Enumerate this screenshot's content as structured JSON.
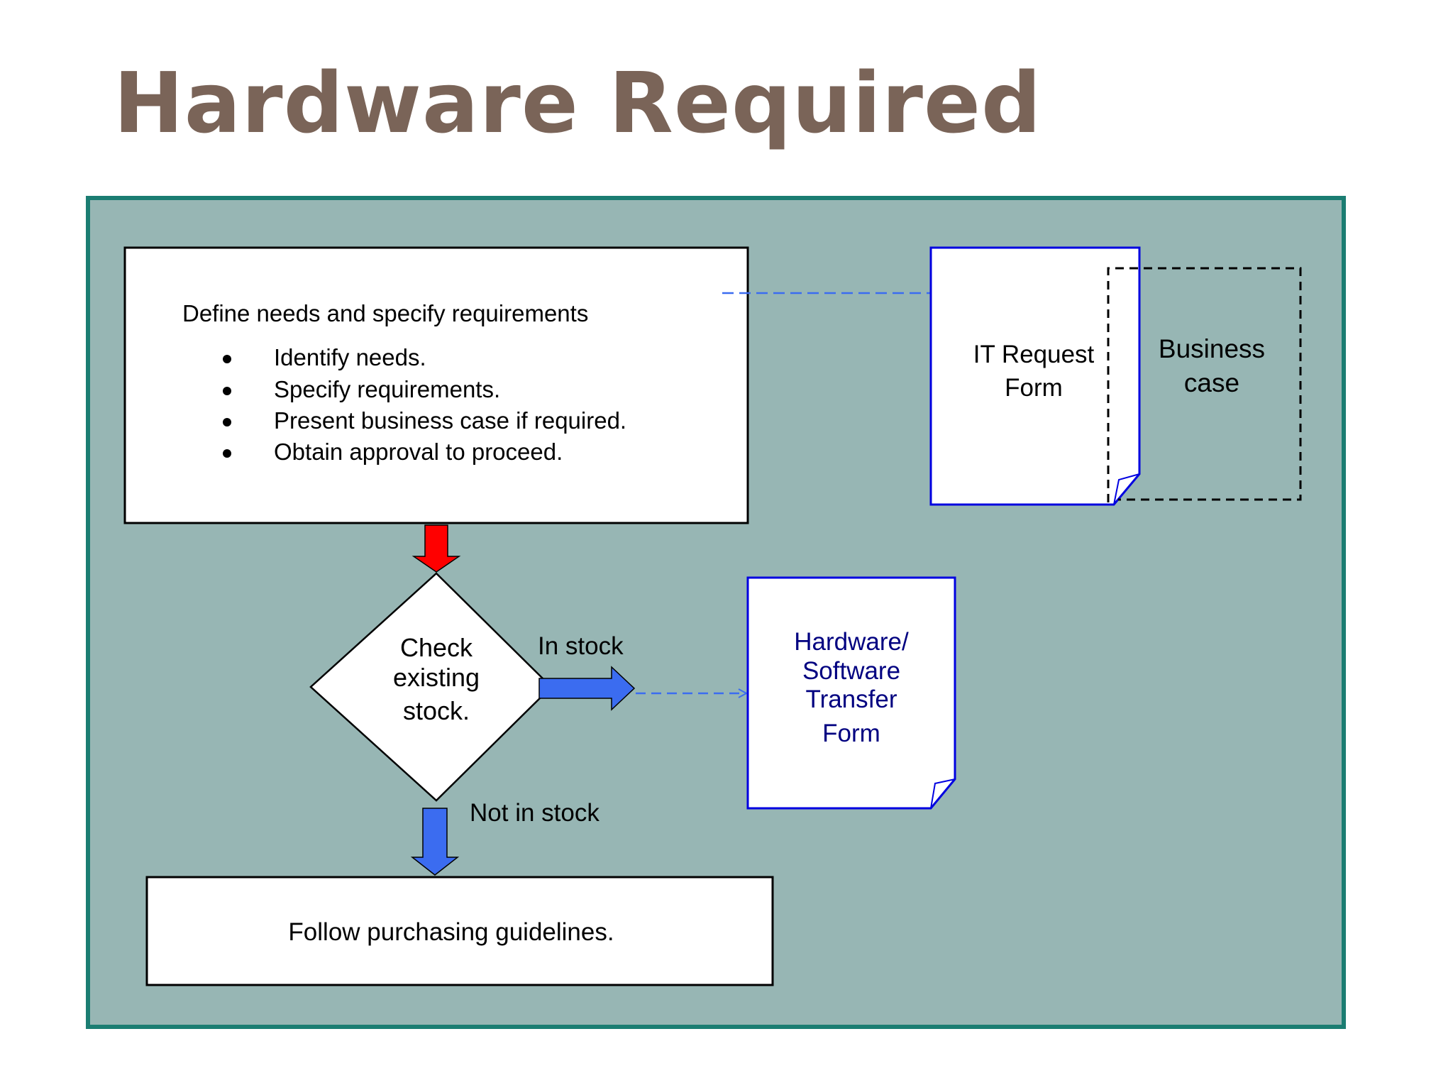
{
  "slide": {
    "title": "Hardware Required"
  },
  "diagram": {
    "define_box": {
      "heading": "Define needs and specify requirements",
      "bullets": [
        "Identify needs.",
        "Specify requirements.",
        "Present business case if required.",
        "Obtain approval to proceed."
      ]
    },
    "it_request_form": {
      "line1": "IT Request",
      "line2": "Form"
    },
    "business_case": {
      "line1": "Business",
      "line2": "case"
    },
    "decision": {
      "line1": "Check",
      "line2": "existing",
      "line3": "stock."
    },
    "in_stock_label": "In stock",
    "not_in_stock_label": "Not in stock",
    "transfer_form": {
      "line1": "Hardware/",
      "line2": "Software",
      "line3": "Transfer",
      "line4": "Form"
    },
    "purchasing_box": {
      "label": "Follow purchasing guidelines."
    },
    "colors": {
      "title": "#7a6458",
      "panel_fill": "#97b6b4",
      "panel_border": "#1b7d72",
      "red_arrow": "#ff0000",
      "blue_arrow": "#3b6cf0",
      "dashed_connector": "#3b6cf0",
      "document_border": "#0000e0",
      "transfer_text": "#000080"
    }
  }
}
